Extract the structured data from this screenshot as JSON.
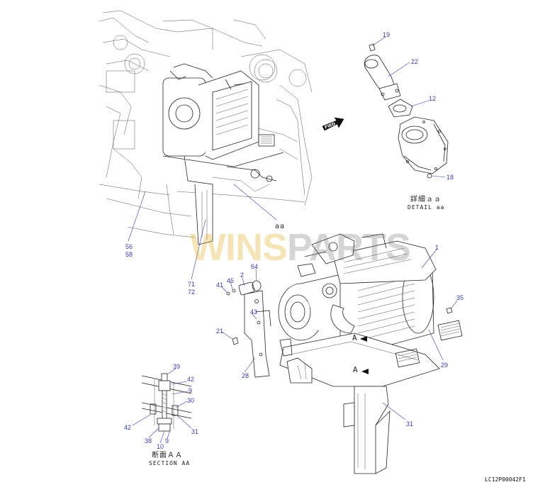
{
  "callouts": {
    "c19": "19",
    "c22": "22",
    "c12": "12",
    "c18": "18",
    "c1": "1",
    "c35": "35",
    "c29": "29",
    "c31": "31",
    "c56": "56",
    "c58": "58",
    "c71": "71",
    "c72": "72",
    "c41": "41",
    "c45": "45",
    "c2": "2",
    "c64": "64",
    "c43": "43",
    "c21": "21",
    "c28": "28",
    "s39": "39",
    "s42a": "42",
    "s9a": "9",
    "s30": "30",
    "s42b": "42",
    "s38": "38",
    "s10": "10",
    "s9b": "9",
    "s31": "31"
  },
  "labels": {
    "detail_jp": "詳細ａａ",
    "detail_en": "DETAIL aa",
    "section_jp": "断面ＡＡ",
    "section_en": "SECTION AA",
    "aa_mark": "aa",
    "a_mark_1": "A",
    "a_mark_2": "A",
    "fwd": "FWD",
    "drawing_code": "LC12P00042F1"
  },
  "watermark": {
    "part1": "WINS",
    "part2": "PARTS",
    "color1": "#d8a000",
    "color2": "#6b6b6b"
  },
  "colors": {
    "line": "#222222",
    "callout": "#3a3fa0"
  }
}
